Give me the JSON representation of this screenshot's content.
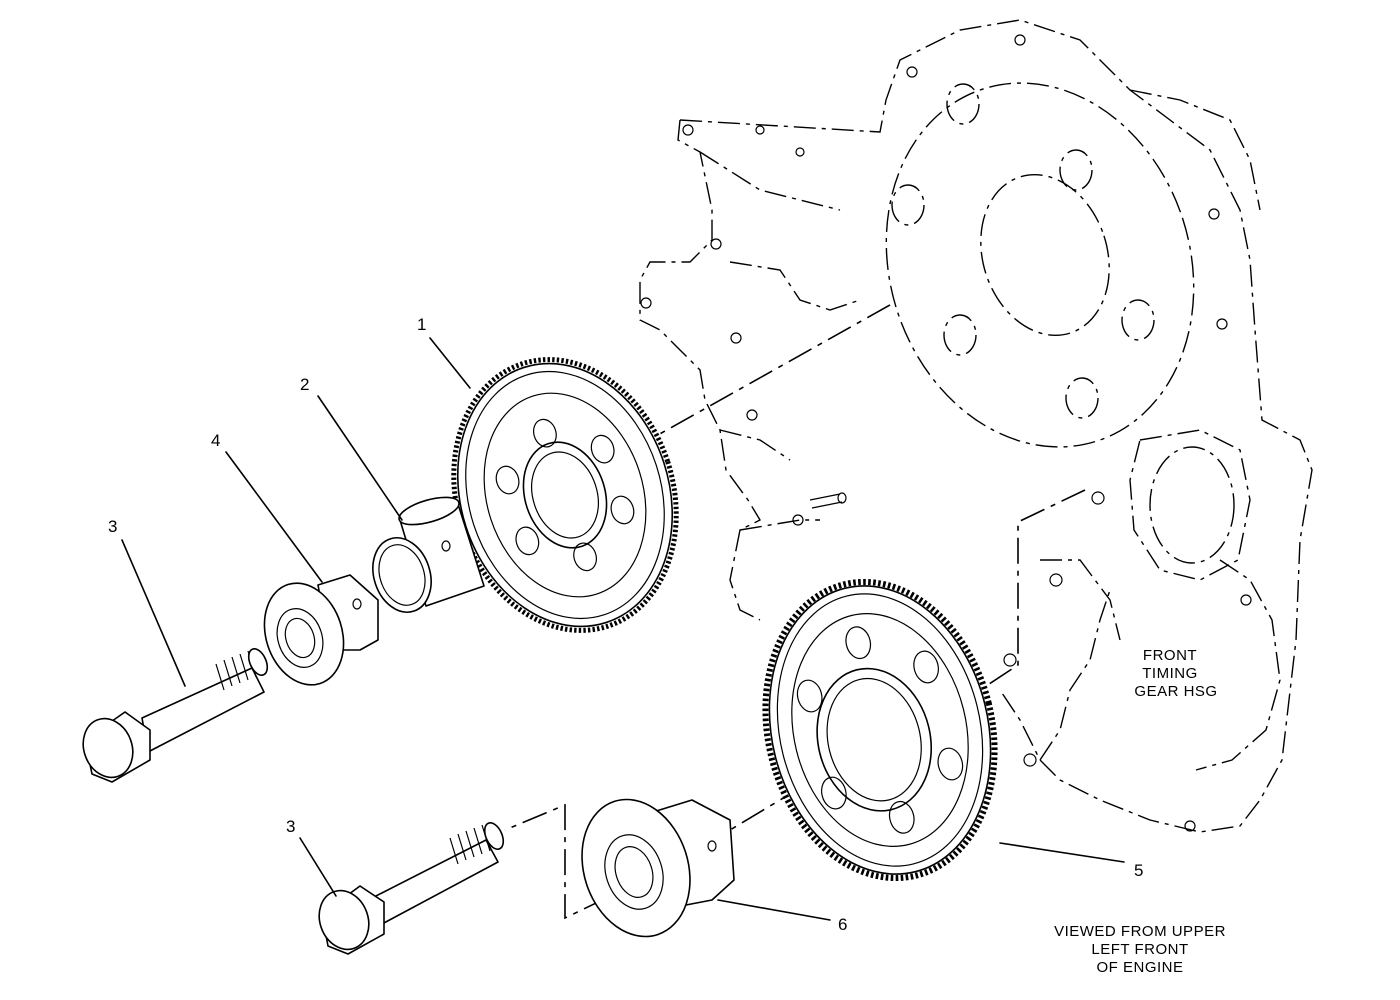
{
  "callouts": {
    "c1": "1",
    "c2": "2",
    "c3a": "3",
    "c3b": "3",
    "c4": "4",
    "c5": "5",
    "c6": "6"
  },
  "housing_label": {
    "line1": "FRONT",
    "line2": "TIMING",
    "line3": "GEAR HSG"
  },
  "view_note": {
    "line1": "VIEWED FROM UPPER",
    "line2": "LEFT FRONT",
    "line3": "OF ENGINE"
  }
}
